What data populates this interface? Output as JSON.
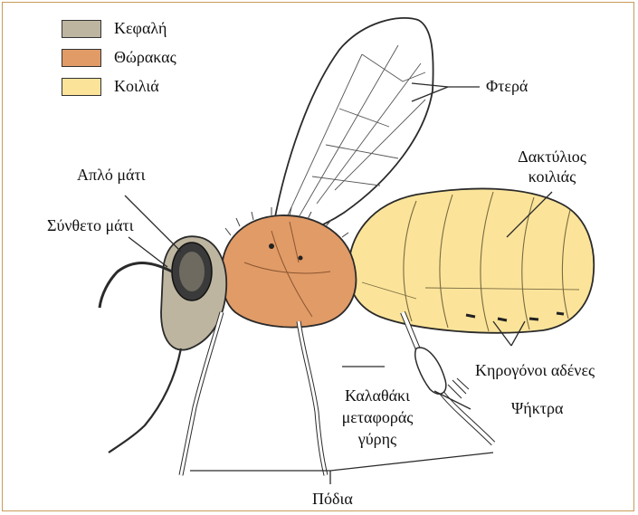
{
  "legend": {
    "items": [
      {
        "label": "Κεφαλή",
        "color": "#bdb5a0"
      },
      {
        "label": "Θώρακας",
        "color": "#e19b67"
      },
      {
        "label": "Κοιλιά",
        "color": "#fbe49a"
      }
    ]
  },
  "labels": {
    "wings": "Φτερά",
    "abdominal_ring_line1": "Δακτύλιος",
    "abdominal_ring_line2": "κοιλιάς",
    "simple_eye": "Απλό μάτι",
    "compound_eye": "Σύνθετο μάτι",
    "wax_glands": "Κηρογόνοι αδένες",
    "pollen_basket_line1": "Καλαθάκι",
    "pollen_basket_line2": "μεταφοράς",
    "pollen_basket_line3": "γύρης",
    "comb": "Ψήκτρα",
    "legs": "Πόδια"
  },
  "colors": {
    "head": "#bdb5a0",
    "thorax": "#e19b67",
    "abdomen": "#fbe49a",
    "outline": "#2a2a2a",
    "frame": "#c89a5a"
  }
}
